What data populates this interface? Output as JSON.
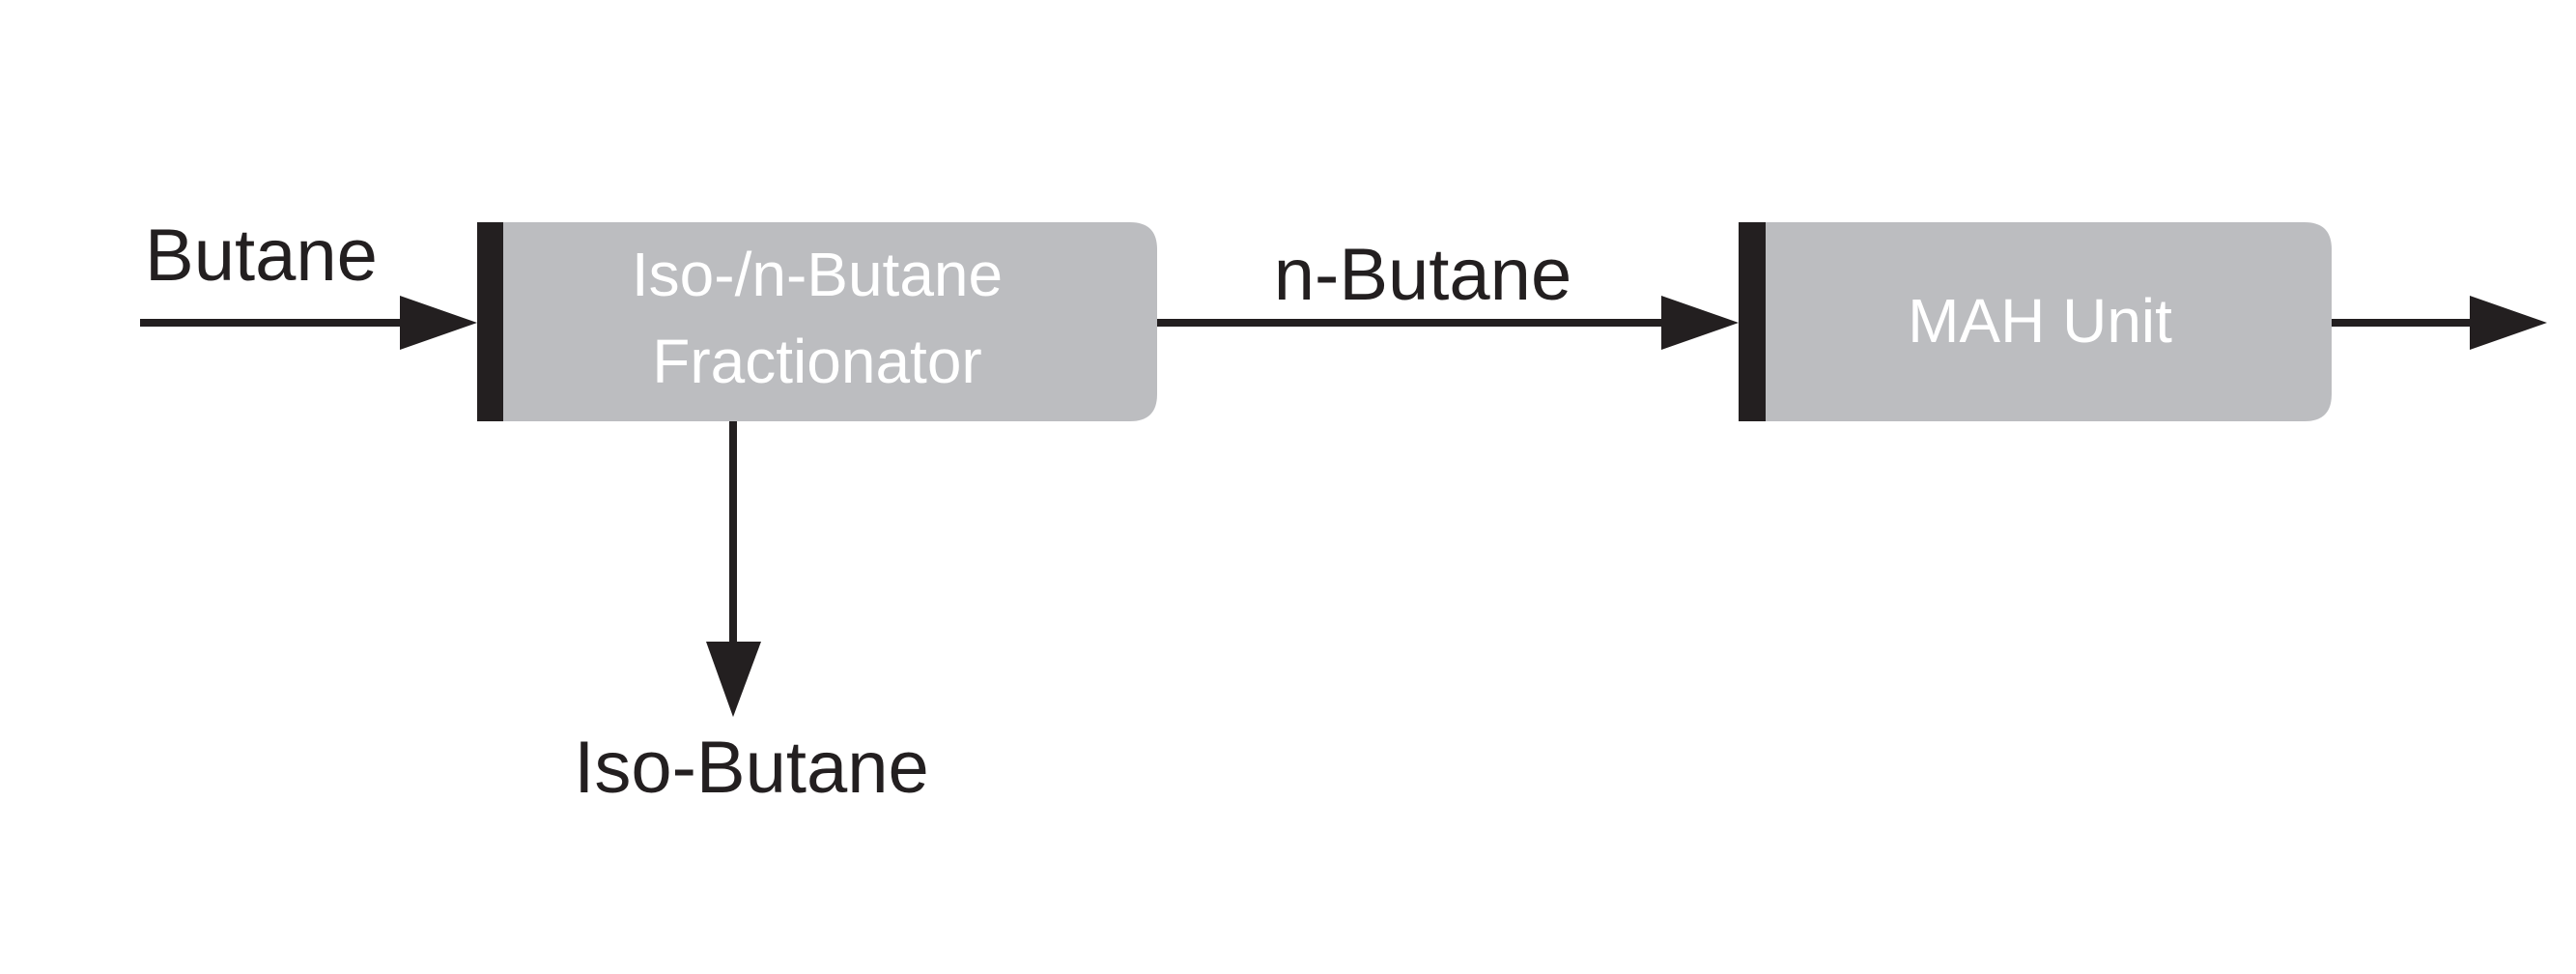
{
  "streams": {
    "feed": "Butane",
    "overhead": "n-Butane",
    "bottoms": "Iso-Butane"
  },
  "units": {
    "fractionator": {
      "line1": "Iso-/n-Butane",
      "line2": "Fractionator"
    },
    "mah": {
      "label": "MAH Unit"
    }
  },
  "colors": {
    "box_fill": "#bcbdc0",
    "line": "#231f20",
    "box_text": "#ffffff"
  }
}
